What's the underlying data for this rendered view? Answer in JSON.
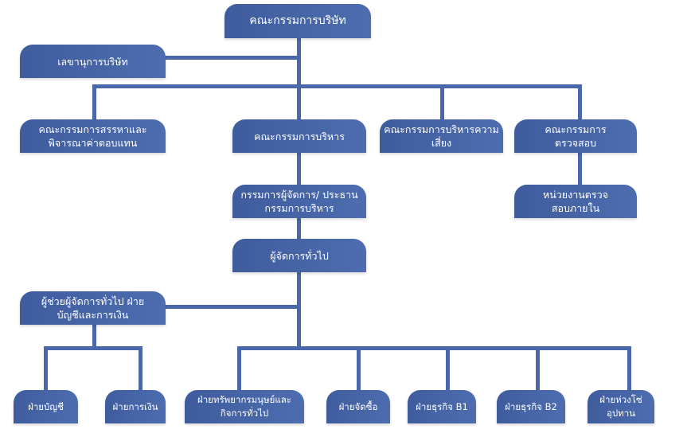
{
  "board": "คณะกรรมการบริษัท",
  "secretary": "เลขานุการบริษัท",
  "committees": {
    "nomination": "คณะกรรมการสรรหาและพิจารณาค่าตอบแทน",
    "executive": "คณะกรรมการบริหาร",
    "risk": "คณะกรรมการบริหารความเสี่ยง",
    "audit": "คณะกรรมการตรวจสอบ"
  },
  "internal_audit": "หน่วยงานตรวจสอบภายใน",
  "md": "กรรมการผู้จัดการ/ ประธานกรรมการบริหาร",
  "gm": "ผู้จัดการทั่วไป",
  "agm": "ผู้ช่วยผู้จัดการทั่วไป ฝ่ายบัญชีและการเงิน",
  "departments": [
    "ฝ่ายบัญชี",
    "ฝ่ายการเงิน",
    "ฝ่ายทรัพยากรมนุษย์และกิจการทั่วไป",
    "ฝ่ายจัดซื้อ",
    "ฝ่ายธุรกิจ B1",
    "ฝ่ายธุรกิจ B2",
    "ฝ่ายห่วงโซ่อุปทาน"
  ],
  "colors": {
    "box": "#4a67ab",
    "line": "#4a67ab"
  }
}
